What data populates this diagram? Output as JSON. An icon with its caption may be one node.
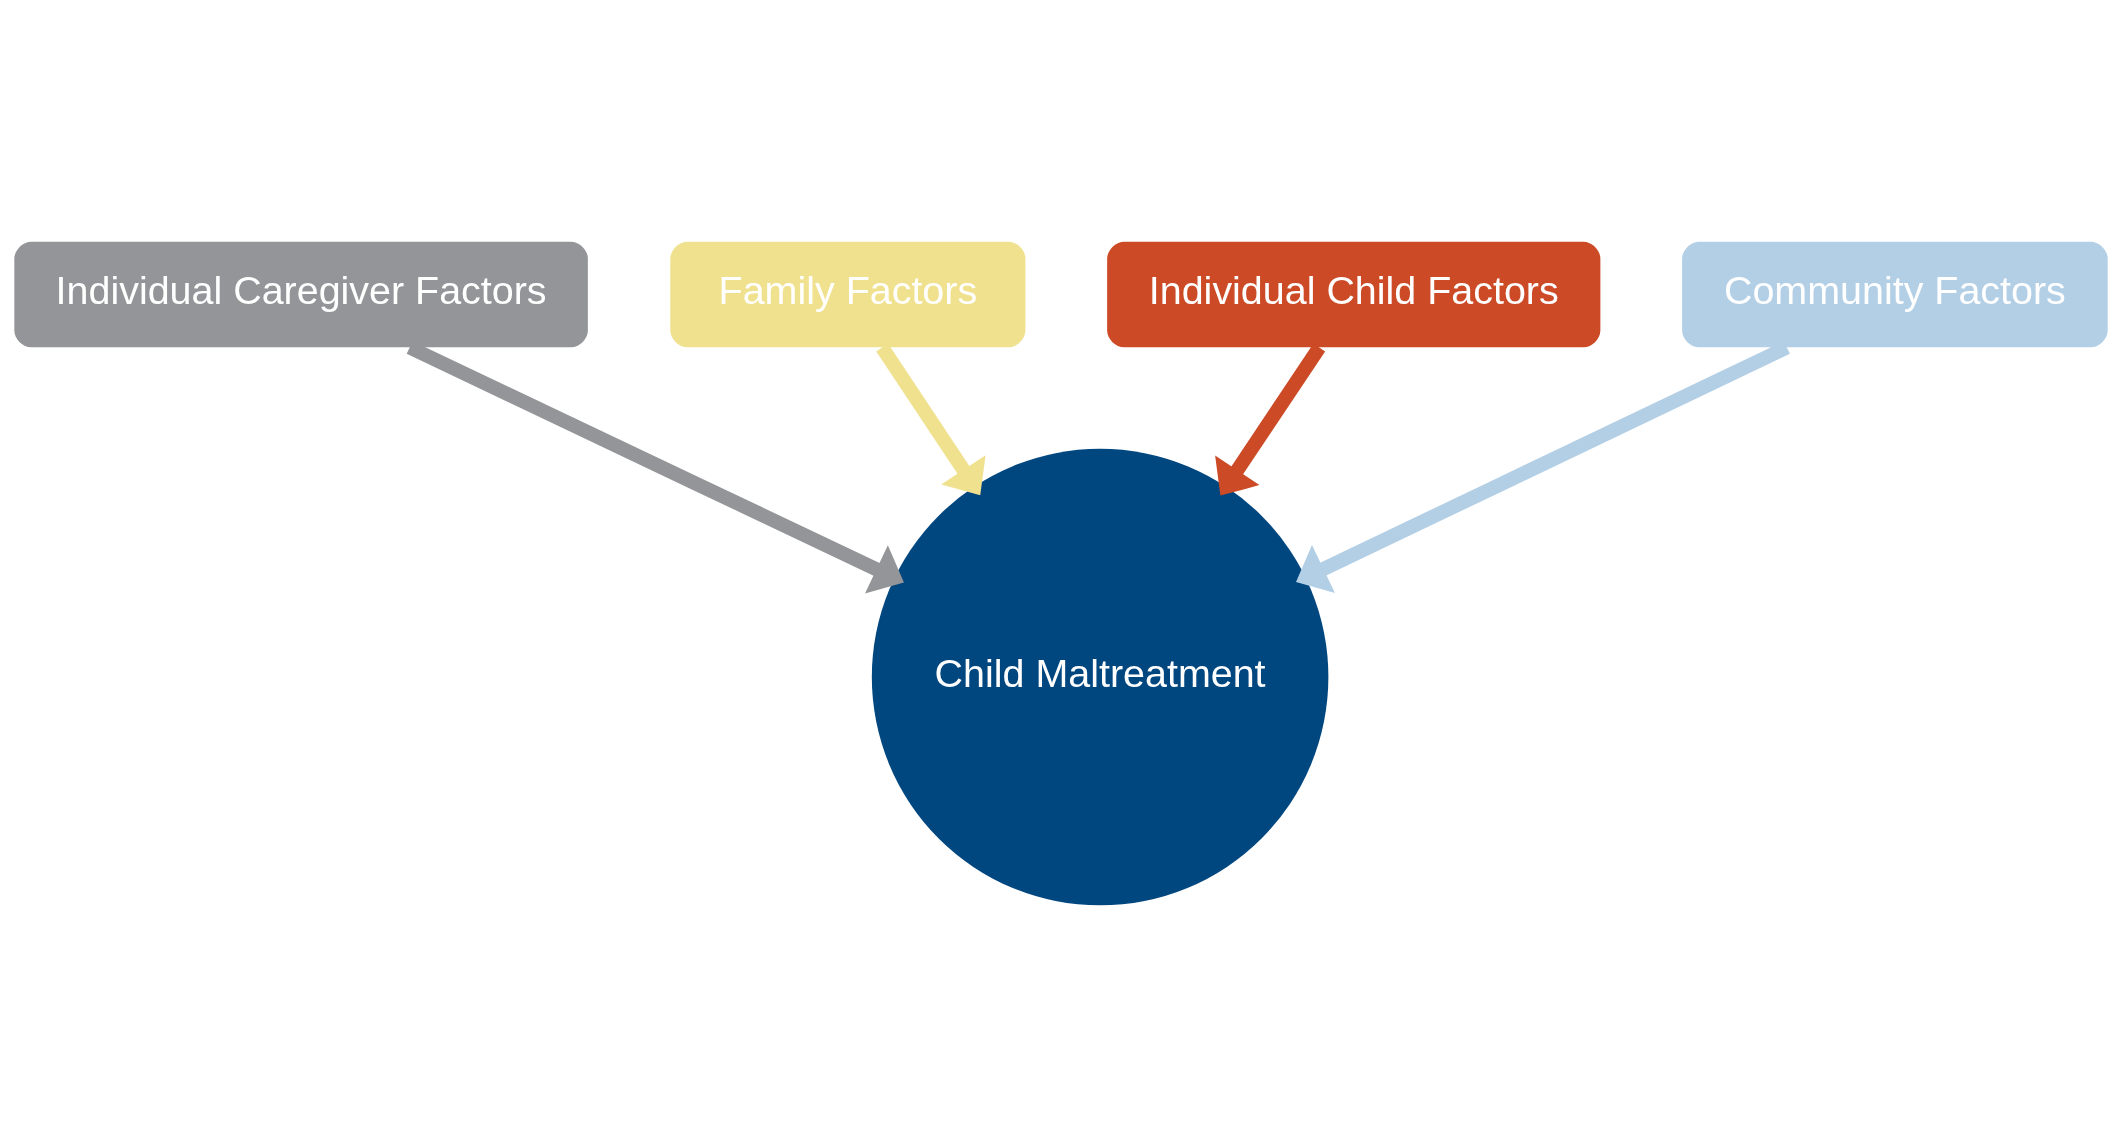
{
  "diagram": {
    "nodes": [
      {
        "text": [
          "Individual Caregiver Factors"
        ]
      },
      {
        "text": [
          "Family Factors"
        ]
      },
      {
        "text": [
          "Individual Child Factors"
        ]
      },
      {
        "text": [
          "Child Maltreatment"
        ]
      },
      {
        "text": [
          "Community Factors"
        ]
      }
    ],
    "edges": [
      {
        "from": 0,
        "to": 3,
        "arrow": "to",
        "color": "#939598"
      },
      {
        "from": 1,
        "to": 3,
        "arrow": "to",
        "color": "#f0e18e"
      },
      {
        "from": 2,
        "to": 3,
        "arrow": "to",
        "color": "#cc4a26"
      },
      {
        "from": 4,
        "to": 3,
        "arrow": "to",
        "color": "#b3cfe6"
      }
    ]
  }
}
